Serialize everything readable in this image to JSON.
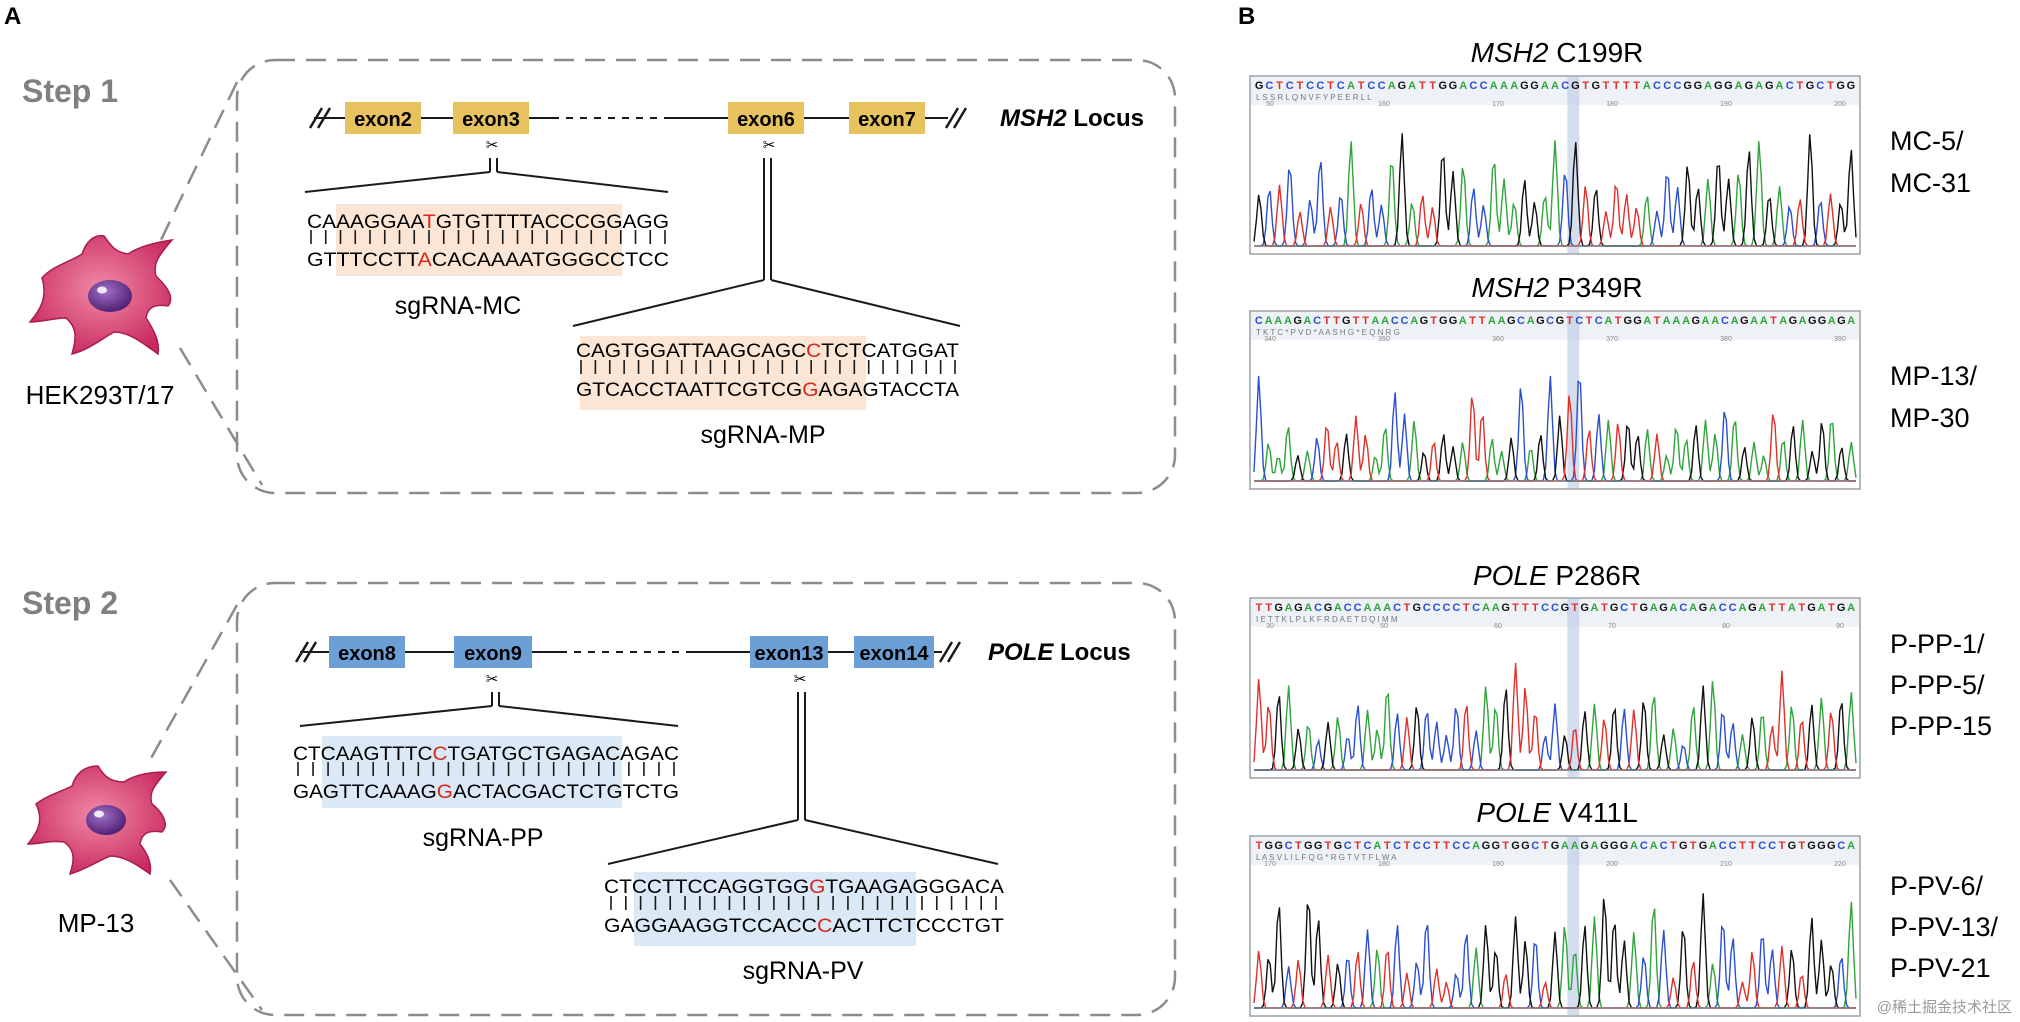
{
  "panels": {
    "a": "A",
    "b": "B"
  },
  "step1": {
    "label": "Step 1",
    "cell_label": "HEK293T/17",
    "locus": {
      "gene": "MSH2",
      "suffix": " Locus"
    },
    "exons": [
      "exon2",
      "exon3",
      "exon6",
      "exon7"
    ],
    "box_color": "#e8c25f",
    "guides": [
      {
        "name": "sgRNA-MC",
        "top": [
          "CAAAGGAA",
          "T",
          "GTGTTTTACCCGGAGG"
        ],
        "bottom": [
          "GTTTCCTT",
          "A",
          "CACAAAATGGGCCTCC"
        ],
        "pairs": 24
      },
      {
        "name": "sgRNA-MP",
        "top": [
          "CAGTGGATTAAGCAGC",
          "C",
          "TCTCATGGAT"
        ],
        "bottom": [
          "GTCACCTAATTCGTCG",
          "G",
          "AGAGTACCTA"
        ],
        "pairs": 27
      }
    ],
    "highlight_color": "#fbe5d4"
  },
  "step2": {
    "label": "Step 2",
    "cell_label": "MP-13",
    "locus": {
      "gene": "POLE",
      "suffix": " Locus"
    },
    "exons": [
      "exon8",
      "exon9",
      "exon13",
      "exon14"
    ],
    "box_color": "#6b9fd6",
    "guides": [
      {
        "name": "sgRNA-PP",
        "top": [
          "CTCAAGTTTC",
          "C",
          "TGATGCTGAGACAGAC"
        ],
        "bottom": [
          "GAGTTCAAAG",
          "G",
          "ACTACGACTCTGTCTG"
        ],
        "pairs": 26
      },
      {
        "name": "sgRNA-PV",
        "top": [
          "CTCCTTCCAGGTGG",
          "G",
          "TGAAGAGGGACA"
        ],
        "bottom": [
          "GAGGAAGGTCCACC",
          "C",
          "ACTTCTCCCTGT"
        ],
        "pairs": 27
      }
    ],
    "highlight_color": "#dbe8f5"
  },
  "mutation_color": "#d9261c",
  "traces": [
    {
      "gene": "MSH2",
      "mutation": " C199R",
      "clones": [
        "MC-5/",
        "MC-31"
      ],
      "seq": "GCTCTCCTCATCCAGATTGGACCAAAGGAACGTGTTTTACCCGGAGGAGAGACTGCTGG",
      "aa": "L  S  S  R  L  Q  N  V  F  Y  P  E  E  R  L  L",
      "ticks": [
        "50",
        "160",
        "170",
        "180",
        "190",
        "200"
      ]
    },
    {
      "gene": "MSH2",
      "mutation": " P349R",
      "clones": [
        "MP-13/",
        "MP-30"
      ],
      "seq": "CAAAGACTTGTTAACCAGTGGATTAAGCAGCGTCTCATGGATAAAGAACAGAATAGAGGAGA",
      "aa": "T  K  T  C  *  P  V  D  *  A  A  S  H  G  *  E  Q  N  R  G",
      "ticks": [
        "340",
        "350",
        "360",
        "370",
        "380",
        "390"
      ]
    },
    {
      "gene": "POLE",
      "mutation": " P286R",
      "clones": [
        "P-PP-1/",
        "P-PP-5/",
        "P-PP-15"
      ],
      "seq": "TTGAGACGACCAAACTGCCCCTCAAGTTTCCGTGATGCTGAGACAGACCAGATTATGATGA",
      "aa": "I  E  T  T  K  L  P  L  K  F  R  D  A  E  T  D  Q  I  M  M",
      "ticks": [
        "30",
        "50",
        "60",
        "70",
        "80",
        "90"
      ]
    },
    {
      "gene": "POLE",
      "mutation": " V411L",
      "clones": [
        "P-PV-6/",
        "P-PV-13/",
        "P-PV-21"
      ],
      "seq": "TGGCTGGTGCTCATCTCCTTCCAGGTGGCTGAAGAGGGACACTGTGACCTTCCTGTGGGCA",
      "aa": "L  A  S  V  L  I  L  F  Q  G  *  R  G  T  V  T  F  L  W  A",
      "ticks": [
        "170",
        "180",
        "190",
        "200",
        "210",
        "220"
      ]
    }
  ],
  "watermark": "@稀土掘金技术社区"
}
